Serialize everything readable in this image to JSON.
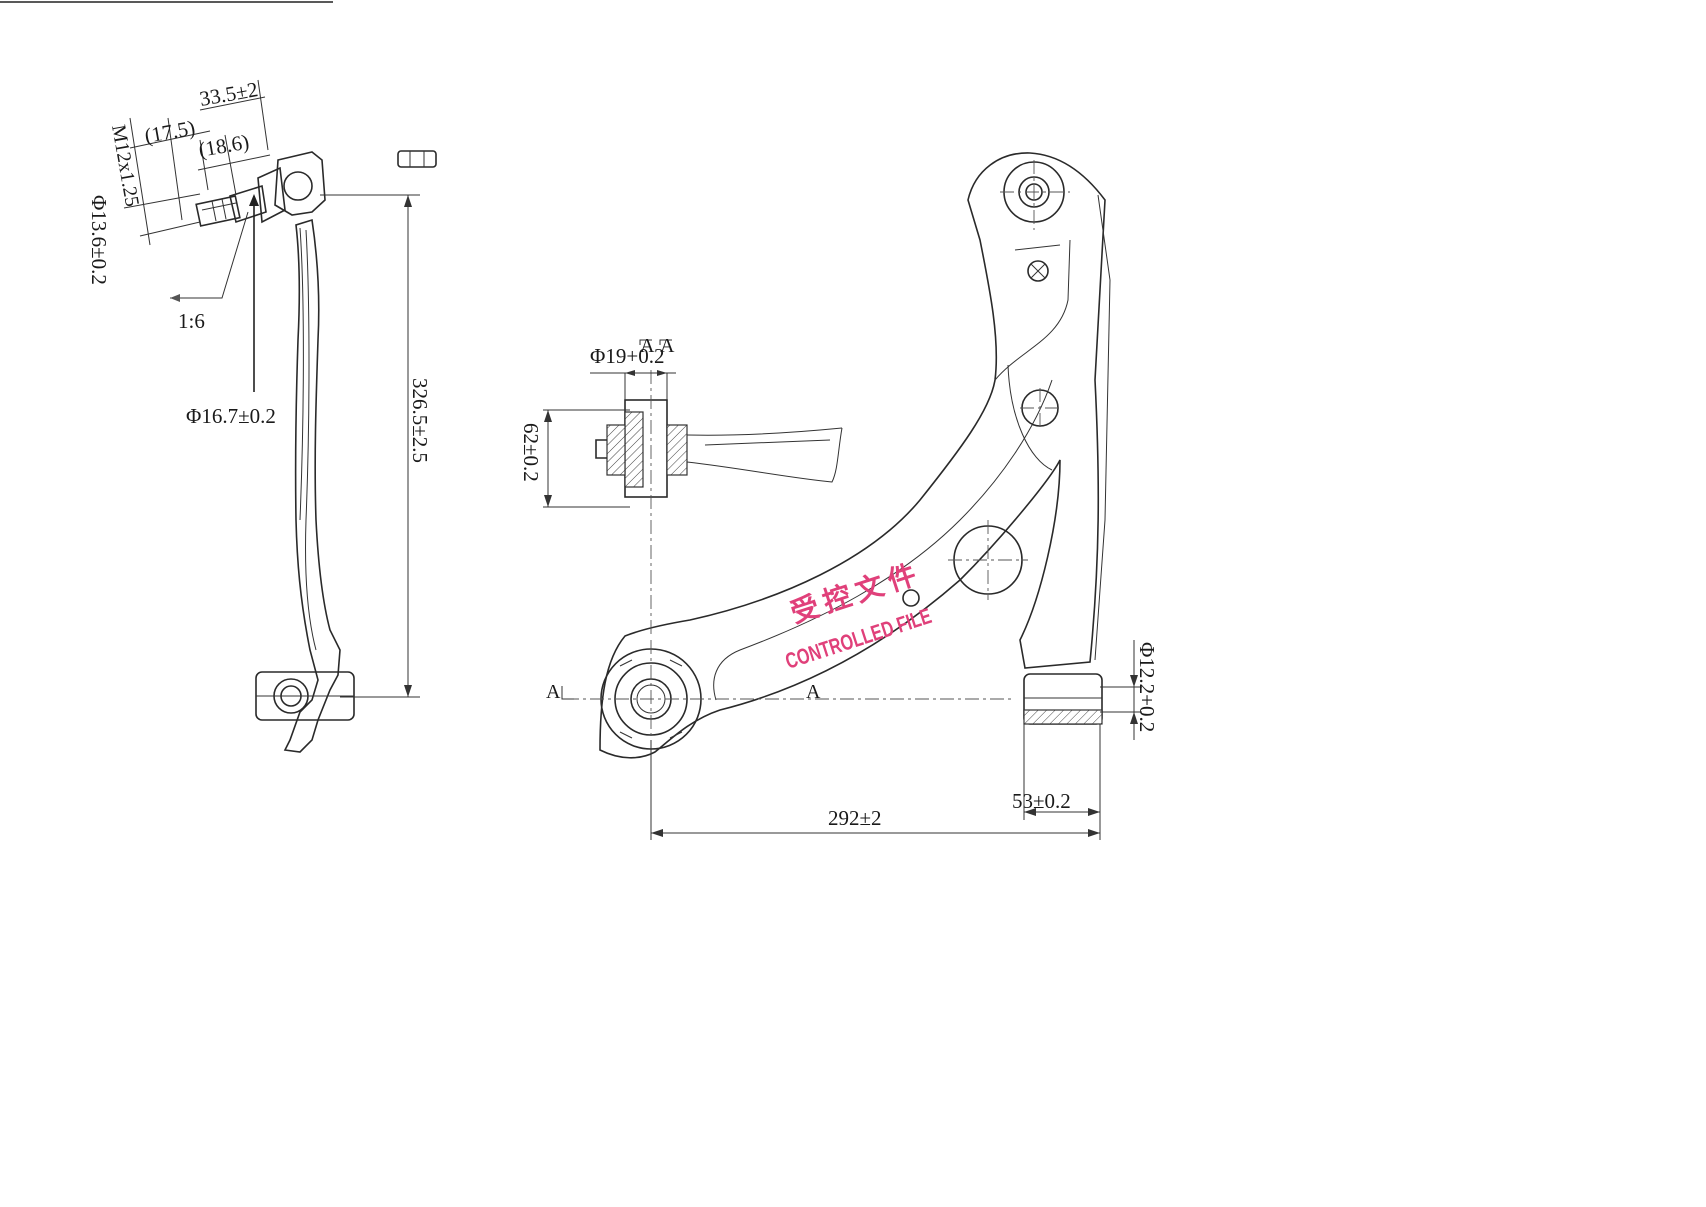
{
  "drawing": {
    "dimensions": {
      "length_33_5": "33.5±2",
      "dim_17_5": "(17.5)",
      "dim_18_6": "(18.6)",
      "thread": "M12x1.25",
      "dia_13_6": "Φ13.6±0.2",
      "taper": "1:6",
      "dia_16_7": "Φ16.7±0.2",
      "height_326_5": "326.5±2.5",
      "dia_19": "Φ19+0.2",
      "width_62": "62±0.2",
      "length_292": "292±2",
      "width_53": "53±0.2",
      "dia_12_2": "Φ12.2+0.2"
    },
    "section_labels": {
      "a_left": "A",
      "a_right": "A",
      "a_top_1": "A",
      "a_top_2": "A"
    },
    "stamp": {
      "cn": "受控文件",
      "en": "CONTROLLED FILE",
      "color": "#e0407a"
    }
  }
}
